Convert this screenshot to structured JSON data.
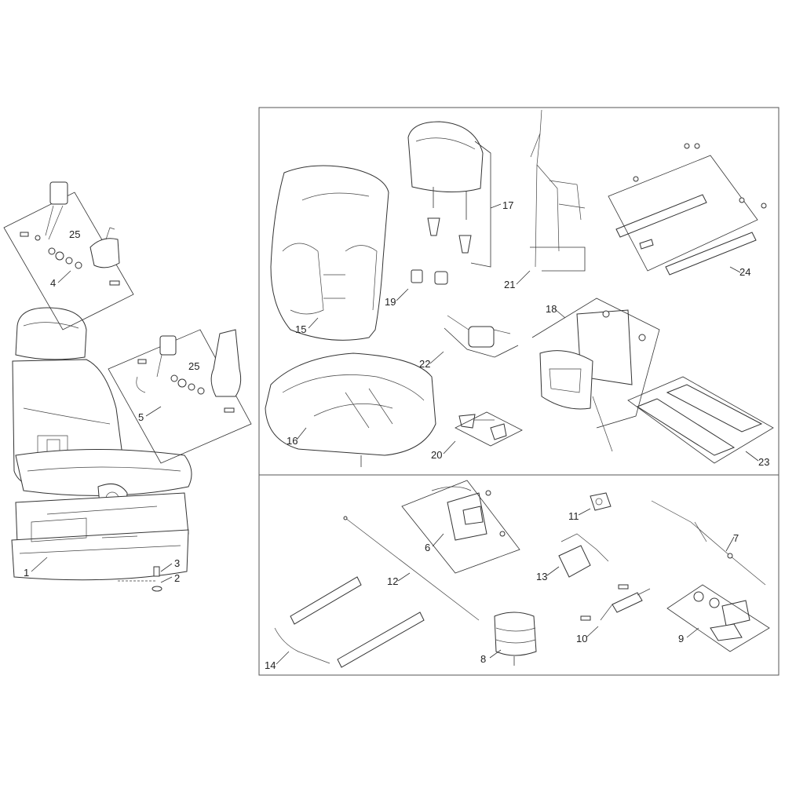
{
  "diagram": {
    "callouts": {
      "c1": "1",
      "c2": "2",
      "c3": "3",
      "c4": "4",
      "c5": "5",
      "c6": "6",
      "c7": "7",
      "c8": "8",
      "c9": "9",
      "c10": "10",
      "c11": "11",
      "c12": "12",
      "c13": "13",
      "c14": "14",
      "c15": "15",
      "c16": "16",
      "c17": "17",
      "c18": "18",
      "c19": "19",
      "c20": "20",
      "c21": "21",
      "c22": "22",
      "c23": "23",
      "c24": "24",
      "c25a": "25",
      "c25b": "25"
    },
    "colors": {
      "line": "#333333",
      "accent": "#c0392b",
      "frame": "#555555"
    }
  }
}
